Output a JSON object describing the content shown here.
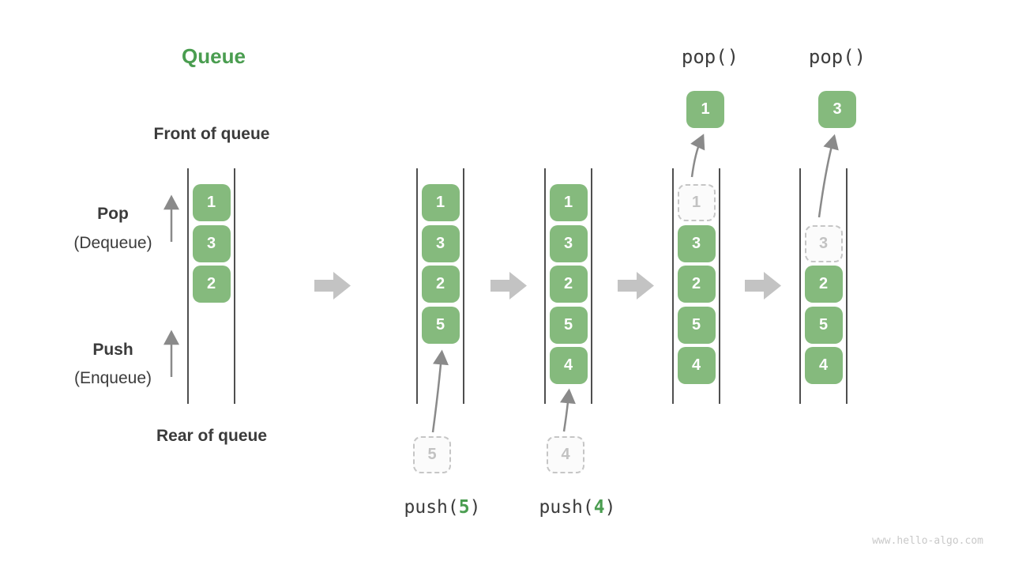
{
  "title": "Queue",
  "watermark": "www.hello-algo.com",
  "colors": {
    "box_green": "#85ba7d",
    "title_green": "#4a9d50",
    "text_dark": "#3b3b3b",
    "block_arrow_gray": "#c3c3c3",
    "thin_arrow_gray": "#8a8a8a",
    "dashed_gray": "#c6c6c6"
  },
  "labels": {
    "front": "Front of queue",
    "rear": "Rear of queue",
    "pop": "Pop",
    "pop_sub": "(Dequeue)",
    "push": "Push",
    "push_sub": "(Enqueue)"
  },
  "pop_ops": [
    {
      "label": "pop()",
      "value": "1"
    },
    {
      "label": "pop()",
      "value": "3"
    }
  ],
  "push_ops": [
    {
      "prefix": "push(",
      "value": "5",
      "suffix": ")"
    },
    {
      "prefix": "push(",
      "value": "4",
      "suffix": ")"
    }
  ],
  "staged": [
    {
      "value": "5"
    },
    {
      "value": "4"
    }
  ],
  "queues": [
    {
      "name": "state-initial",
      "slots": [
        {
          "slot": 0,
          "value": "1",
          "style": "solid"
        },
        {
          "slot": 1,
          "value": "3",
          "style": "solid"
        },
        {
          "slot": 2,
          "value": "2",
          "style": "solid"
        }
      ]
    },
    {
      "name": "state-after-push-5",
      "slots": [
        {
          "slot": 0,
          "value": "1",
          "style": "solid"
        },
        {
          "slot": 1,
          "value": "3",
          "style": "solid"
        },
        {
          "slot": 2,
          "value": "2",
          "style": "solid"
        },
        {
          "slot": 3,
          "value": "5",
          "style": "solid"
        }
      ]
    },
    {
      "name": "state-after-push-4",
      "slots": [
        {
          "slot": 0,
          "value": "1",
          "style": "solid"
        },
        {
          "slot": 1,
          "value": "3",
          "style": "solid"
        },
        {
          "slot": 2,
          "value": "2",
          "style": "solid"
        },
        {
          "slot": 3,
          "value": "5",
          "style": "solid"
        },
        {
          "slot": 4,
          "value": "4",
          "style": "solid"
        }
      ]
    },
    {
      "name": "state-pop-1",
      "slots": [
        {
          "slot": 0,
          "value": "1",
          "style": "dashed"
        },
        {
          "slot": 1,
          "value": "3",
          "style": "solid"
        },
        {
          "slot": 2,
          "value": "2",
          "style": "solid"
        },
        {
          "slot": 3,
          "value": "5",
          "style": "solid"
        },
        {
          "slot": 4,
          "value": "4",
          "style": "solid"
        }
      ]
    },
    {
      "name": "state-pop-3",
      "slots": [
        {
          "slot": 1,
          "value": "3",
          "style": "dashed"
        },
        {
          "slot": 2,
          "value": "2",
          "style": "solid"
        },
        {
          "slot": 3,
          "value": "5",
          "style": "solid"
        },
        {
          "slot": 4,
          "value": "4",
          "style": "solid"
        }
      ]
    }
  ]
}
